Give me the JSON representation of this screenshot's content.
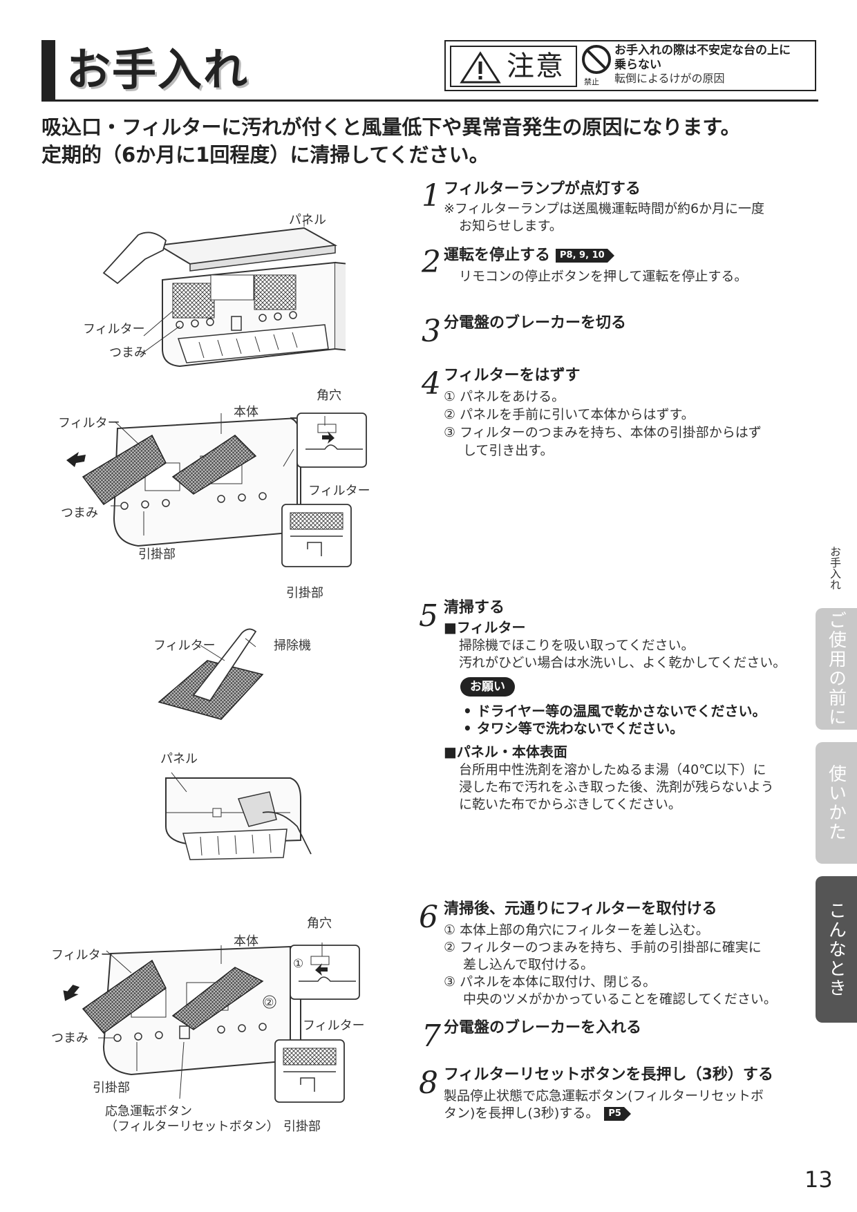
{
  "page_title": "お手入れ",
  "caution": {
    "label": "注意",
    "prohibit_label": "禁止",
    "line1": "お手入れの際は不安定な台の上に",
    "line1b": "乗らない",
    "line2": "転倒によるけがの原因"
  },
  "intro": {
    "line1": "吸込口・フィルターに汚れが付くと風量低下や異常音発生の原因になります。",
    "line2": "定期的（6か月に1回程度）に清掃してください。"
  },
  "steps": [
    {
      "num": "1",
      "title": "フィルターランプが点灯する",
      "lines": [
        "※フィルターランプは送風機運転時間が約6か月に一度",
        "お知らせします。"
      ]
    },
    {
      "num": "2",
      "title": "運転を停止する",
      "ref": "P8, 9, 10",
      "lines": [
        "リモコンの停止ボタンを押して運転を停止する。"
      ]
    },
    {
      "num": "3",
      "title": "分電盤のブレーカーを切る"
    },
    {
      "num": "4",
      "title": "フィルターをはずす",
      "lines": [
        "① パネルをあける。",
        "② パネルを手前に引いて本体からはずす。",
        "③ フィルターのつまみを持ち、本体の引掛部からはず",
        "して引き出す。"
      ]
    },
    {
      "num": "5",
      "title": "清掃する",
      "filter_heading": "■フィルター",
      "filter_lines": [
        "掃除機でほこりを吸い取ってください。",
        "汚れがひどい場合は水洗いし、よく乾かしてください。"
      ],
      "onegai": "お願い",
      "bullets": [
        "• ドライヤー等の温風で乾かさないでください。",
        "• タワシ等で洗わないでください。"
      ],
      "panel_heading": "■パネル・本体表面",
      "panel_lines": [
        "台所用中性洗剤を溶かしたぬるま湯（40℃以下）に",
        "浸した布で汚れをふき取った後、洗剤が残らないよう",
        "に乾いた布でからぶきしてください。"
      ]
    },
    {
      "num": "6",
      "title": "清掃後、元通りにフィルターを取付ける",
      "lines": [
        "① 本体上部の角穴にフィルターを差し込む。",
        "② フィルターのつまみを持ち、手前の引掛部に確実に",
        "差し込んで取付ける。",
        "③ パネルを本体に取付け、閉じる。",
        "中央のツメがかかっていることを確認してください。"
      ]
    },
    {
      "num": "7",
      "title": "分電盤のブレーカーを入れる"
    },
    {
      "num": "8",
      "title": "フィルターリセットボタンを長押し（3秒）する",
      "lines": [
        "製品停止状態で応急運転ボタン(フィルターリセットボ",
        "タン)を長押し(3秒)する。"
      ],
      "ref": "P5"
    }
  ],
  "figure_labels": {
    "panel": "パネル",
    "filter": "フィルター",
    "knob": "つまみ",
    "body": "本体",
    "square_hole": "角穴",
    "hook": "引掛部",
    "vacuum": "掃除機",
    "emergency_button": "応急運転ボタン",
    "reset_button": "（フィルターリセットボタン）",
    "circle1": "①",
    "circle2": "②"
  },
  "side_index": {
    "current": "お手入れ",
    "tab_before": "ご使用の前に",
    "tab_howto": "使いかた",
    "tab_trouble": "こんなとき"
  },
  "page_number": "13"
}
